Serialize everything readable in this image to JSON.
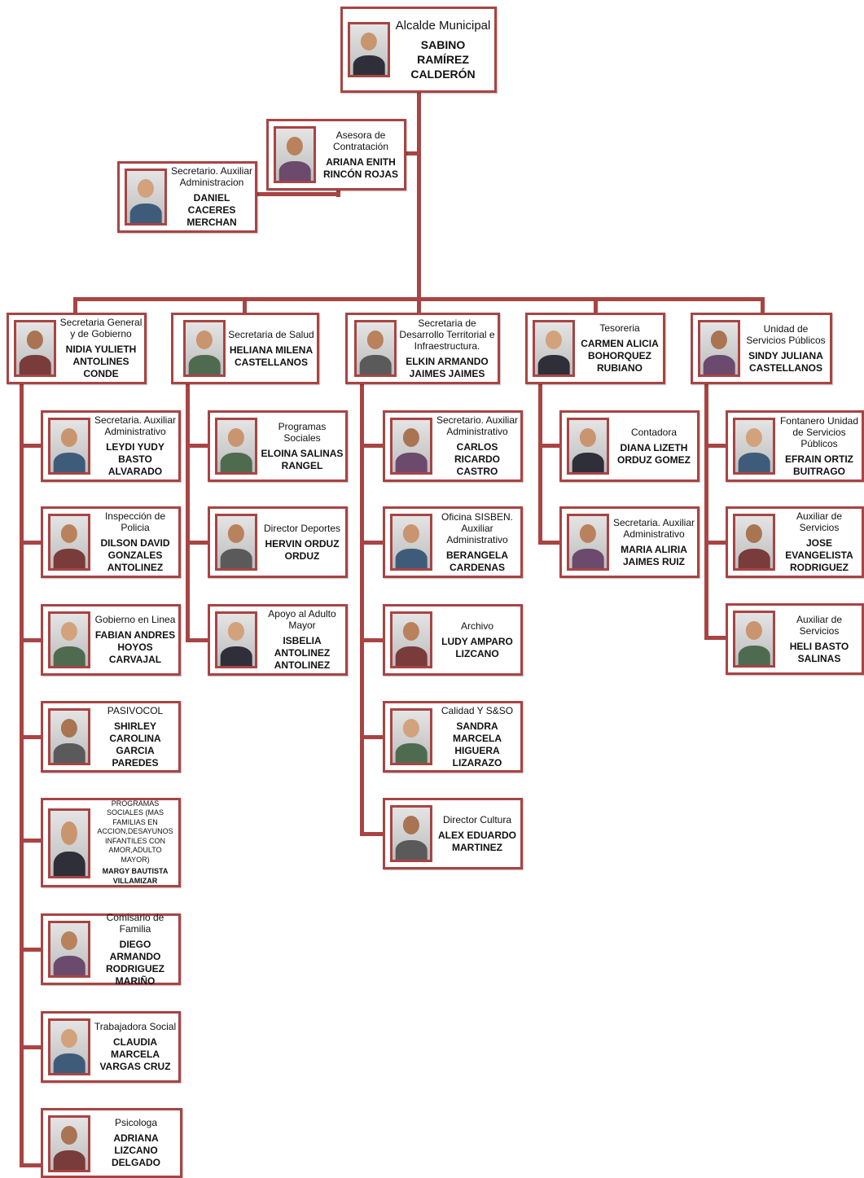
{
  "colors": {
    "accent": "#a84444"
  },
  "top": {
    "role": "Alcalde Municipal",
    "name": "SABINO RAMÍREZ CALDERÓN"
  },
  "advisors": {
    "contratacion": {
      "role": "Asesora de Contratación",
      "name": "ARIANA ENITH RINCÓN ROJAS"
    },
    "administracion": {
      "role": "Secretario. Auxiliar Administracion",
      "name": "DANIEL CACERES MERCHAN"
    }
  },
  "columns": [
    {
      "head": {
        "role": "Secretaria General y de Gobierno",
        "name": "NIDIA YULIETH ANTOLINES CONDE"
      },
      "items": [
        {
          "role": "Secretaria. Auxiliar Administrativo",
          "name": "LEYDI YUDY BASTO ALVARADO"
        },
        {
          "role": "Inspección de Policia",
          "name": "DILSON DAVID GONZALES ANTOLINEZ"
        },
        {
          "role": "Gobierno en Linea",
          "name": "FABIAN ANDRES HOYOS CARVAJAL"
        },
        {
          "role": "PASIVOCOL",
          "name": "SHIRLEY CAROLINA GARCIA PAREDES"
        },
        {
          "role": "PROGRAMAS SOCIALES (MAS FAMILIAS EN ACCION,DESAYUNOS INFANTILES CON AMOR,ADULTO MAYOR)",
          "name": "MARGY BAUTISTA VILLAMIZAR"
        },
        {
          "role": "Comisario de Familia",
          "name": "DIEGO ARMANDO RODRIGUEZ MARIÑO"
        },
        {
          "role": "Trabajadora Social",
          "name": "CLAUDIA MARCELA VARGAS CRUZ"
        },
        {
          "role": "Psicologa",
          "name": "ADRIANA LIZCANO DELGADO"
        }
      ]
    },
    {
      "head": {
        "role": "Secretaria de Salud",
        "name": "HELIANA MILENA CASTELLANOS"
      },
      "items": [
        {
          "role": "Programas Sociales",
          "name": "ELOINA SALINAS RANGEL"
        },
        {
          "role": "Director Deportes",
          "name": "HERVIN ORDUZ ORDUZ"
        },
        {
          "role": "Apoyo al Adulto Mayor",
          "name": "ISBELIA ANTOLINEZ ANTOLINEZ"
        }
      ]
    },
    {
      "head": {
        "role": "Secretaria de Desarrollo Territorial e Infraestructura.",
        "name": "ELKIN ARMANDO JAIMES JAIMES"
      },
      "items": [
        {
          "role": "Secretario. Auxiliar Administrativo",
          "name": "CARLOS RICARDO CASTRO"
        },
        {
          "role": "Oficina SISBEN. Auxiliar Administrativo",
          "name": "BERANGELA CARDENAS"
        },
        {
          "role": "Archivo",
          "name": "LUDY AMPARO LIZCANO"
        },
        {
          "role": "Calidad Y S&SO",
          "name": "SANDRA MARCELA HIGUERA LIZARAZO"
        },
        {
          "role": "Director Cultura",
          "name": "ALEX EDUARDO MARTINEZ"
        }
      ]
    },
    {
      "head": {
        "role": "Tesoreria",
        "name": "CARMEN ALICIA BOHORQUEZ RUBIANO"
      },
      "items": [
        {
          "role": "Contadora",
          "name": "DIANA LIZETH ORDUZ GOMEZ"
        },
        {
          "role": "Secretaria. Auxiliar Administrativo",
          "name": "MARIA ALIRIA JAIMES RUIZ"
        }
      ]
    },
    {
      "head": {
        "role": "Unidad de Servicios Públicos",
        "name": "SINDY JULIANA CASTELLANOS"
      },
      "items": [
        {
          "role": "Fontanero Unidad de Servicios Públicos",
          "name": "EFRAIN ORTIZ BUITRAGO"
        },
        {
          "role": "Auxiliar de Servicios",
          "name": "JOSE EVANGELISTA RODRIGUEZ"
        },
        {
          "role": "Auxiliar de Servicios",
          "name": "HELI BASTO SALINAS"
        }
      ]
    }
  ]
}
